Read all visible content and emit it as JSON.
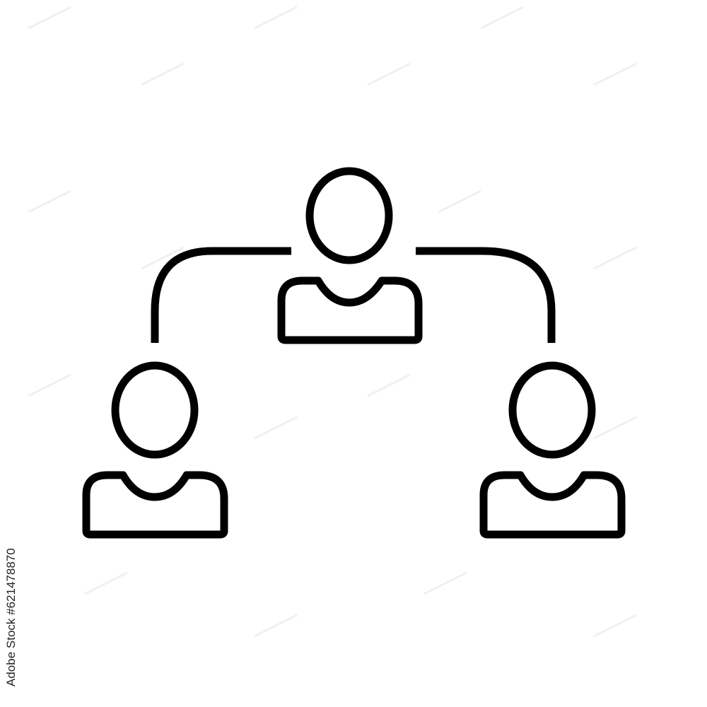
{
  "image": {
    "background_color": "#ffffff",
    "stroke_color": "#000000",
    "watermark_brand": "Adobe Stock",
    "stock_id_label": "#621478870"
  },
  "diagram": {
    "icons": [
      {
        "name": "person-icon-top",
        "role": "person"
      },
      {
        "name": "person-icon-left",
        "role": "person"
      },
      {
        "name": "person-icon-right",
        "role": "person"
      }
    ],
    "connectors": [
      {
        "name": "connector-left",
        "from": "person-icon-top",
        "to": "person-icon-left"
      },
      {
        "name": "connector-right",
        "from": "person-icon-top",
        "to": "person-icon-right"
      }
    ]
  }
}
